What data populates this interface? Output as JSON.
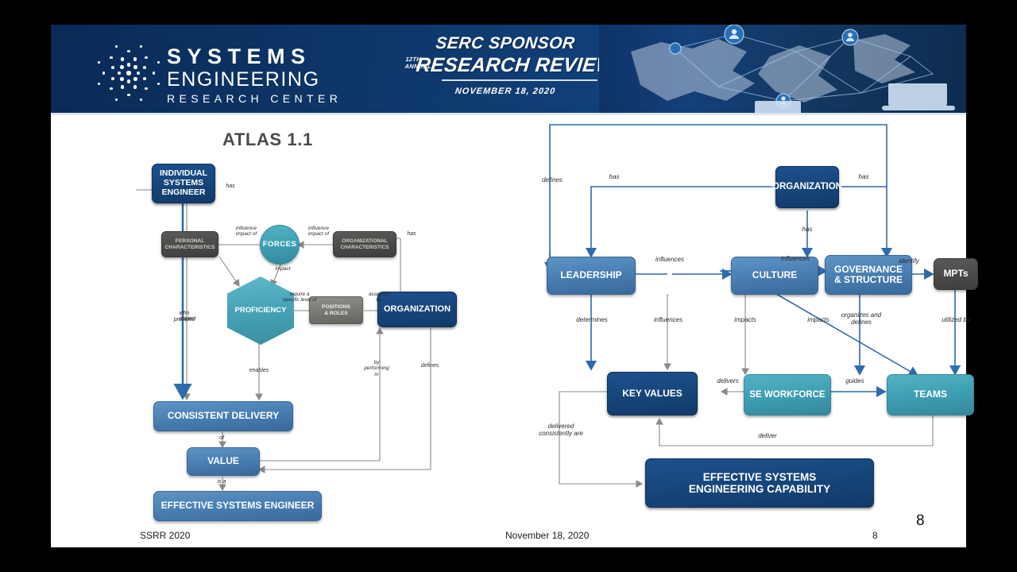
{
  "header": {
    "logo": {
      "line1": "SYSTEMS",
      "line2": "ENGINEERING",
      "line3": "RESEARCH CENTER",
      "icon": "serc-dot-logo-icon"
    },
    "banner": {
      "line1": "SERC SPONSOR",
      "ordinal": "12TH",
      "annual": "ANNUAL",
      "line2": "RESEARCH REVIEW",
      "date": "NOVEMBER 18, 2020"
    },
    "art_icons": [
      "person-node-icon",
      "person-node-icon",
      "laptop-icon",
      "globe-map-icon"
    ]
  },
  "left_panel": {
    "title": "ATLAS 1.1",
    "nodes": {
      "ise": "INDIVIDUAL\nSYSTEMS\nENGINEER",
      "personal": "PERSONAL\nCHARACTERISTICS",
      "forces": "FORCES",
      "orgchar": "ORGANIZATIONAL\nCHARACTERISTICS",
      "proficiency": "PROFICIENCY",
      "positions": "POSITIONS\n& ROLES",
      "organization": "ORGANIZATION",
      "consistent": "CONSISTENT DELIVERY",
      "value": "VALUE",
      "effective": "EFFECTIVE SYSTEMS ENGINEER"
    },
    "edges": {
      "has": "has",
      "who_provides": "who\nprovides",
      "impact_left": "impact",
      "influence_impact_of_1": "influence\nimpact of",
      "influence_impact_of_2": "influence\nimpact of",
      "impact_forces": "impact",
      "require_level": "require a\nspecific level of",
      "assigned_by": "assigned\nby",
      "has_org": "has",
      "enables": "enables",
      "by_performing_in": "by\nperforming\nin",
      "defines": "defines",
      "of": "of",
      "is_a": "is a"
    },
    "footer": "SSRR 2020"
  },
  "right_panel": {
    "nodes": {
      "organization": "ORGANIZATION",
      "leadership": "LEADERSHIP",
      "culture": "CULTURE",
      "governance": "GOVERNANCE\n& STRUCTURE",
      "mpts": "MPTs",
      "key_values": "KEY VALUES",
      "se_workforce": "SE WORKFORCE",
      "teams": "TEAMS",
      "capability": "EFFECTIVE SYSTEMS\nENGINEERING CAPABILITY"
    },
    "edges": {
      "defines": "defines",
      "has_left": "has",
      "has_right": "has",
      "has_center": "has",
      "influences_lc": "influences",
      "influences_cg": "influences",
      "identify": "identify",
      "determines": "determines",
      "influences_down": "influences",
      "impacts_1": "impacts",
      "impacts_2": "impacts",
      "organizes_defines": "organizes and\ndefines",
      "utilized_by": "utilized by",
      "delivers": "delivers",
      "guides": "guides",
      "deliver": "deliver",
      "delivered_consistently": "delivered\nconsistently are"
    },
    "footer_date": "November 18, 2020",
    "footer_number": "8"
  },
  "page_number": "8",
  "colors": {
    "header_blue": "#0d3566",
    "node_dark_blue": "#18497f",
    "node_mid_blue": "#4a80b4",
    "node_teal": "#3e9fb3",
    "node_gray": "#4b4b49",
    "arrow_blue": "#2a6aad",
    "arrow_gray": "#8a8a8a"
  }
}
